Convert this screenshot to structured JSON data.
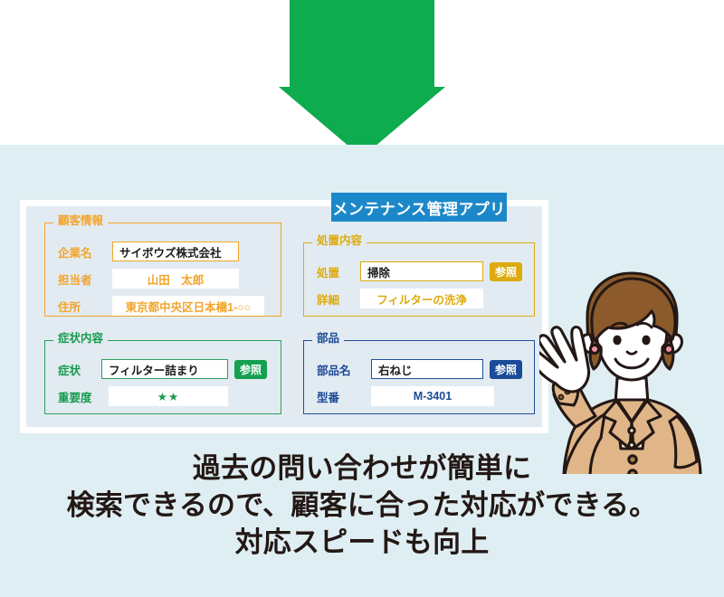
{
  "palette": {
    "arrow_green": "#0eab4f",
    "panel_blue_bg": "#dfeef2",
    "window_inner": "#e2ebf1",
    "tab_blue": "#1c88c9",
    "orange": "#f2a42b",
    "gold": "#ddab10",
    "green": "#2aa25c",
    "navy": "#1e4f9c",
    "caption_text": "#231815",
    "hair": "#8c5a2b",
    "skin": "#ffffff",
    "jacket": "#e0b688",
    "blouse": "#fdf8e4",
    "outline": "#231815",
    "earring": "#f0919e"
  },
  "app": {
    "tab_label": "メンテナンス管理アプリ"
  },
  "groups": {
    "customer": {
      "legend": "顧客情報",
      "rows": [
        {
          "label": "企業名",
          "value": "サイボウズ株式会社",
          "style": "boxed",
          "ref": null
        },
        {
          "label": "担当者",
          "value": "山田　太郎",
          "style": "plain",
          "ref": null
        },
        {
          "label": "住所",
          "value": "東京都中央区日本橋1-○○",
          "style": "plain",
          "ref": null
        }
      ]
    },
    "treatment": {
      "legend": "処置内容",
      "rows": [
        {
          "label": "処置",
          "value": "掃除",
          "style": "boxed",
          "ref": "参照"
        },
        {
          "label": "詳細",
          "value": "フィルターの洗浄",
          "style": "plain",
          "ref": null
        }
      ]
    },
    "symptom": {
      "legend": "症状内容",
      "rows": [
        {
          "label": "症状",
          "value": "フィルター詰まり",
          "style": "boxed",
          "ref": "参照"
        },
        {
          "label": "重要度",
          "value": "★★",
          "style": "plain",
          "ref": null
        }
      ]
    },
    "parts": {
      "legend": "部品",
      "rows": [
        {
          "label": "部品名",
          "value": "右ねじ",
          "style": "boxed",
          "ref": "参照"
        },
        {
          "label": "型番",
          "value": "M-3401",
          "style": "plain",
          "ref": null
        }
      ]
    }
  },
  "caption": {
    "line1": "過去の問い合わせが簡単に",
    "line2": "検索できるので、顧客に合った対応ができる。",
    "line3": "対応スピードも向上"
  }
}
